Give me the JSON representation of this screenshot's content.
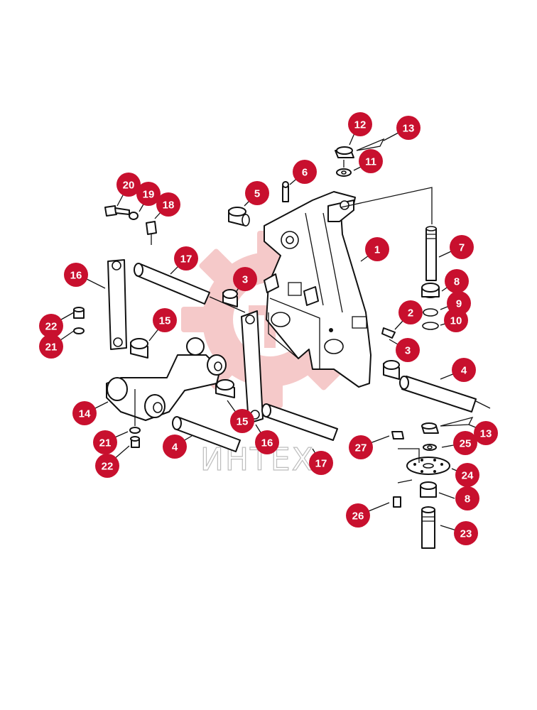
{
  "watermark": {
    "text": "ИНТЕХ",
    "gear_color": "#f2b8b8"
  },
  "callout_color": "#c8102e",
  "callouts": [
    {
      "id": "c1",
      "label": "1"
    },
    {
      "id": "c2",
      "label": "2"
    },
    {
      "id": "c3a",
      "label": "3"
    },
    {
      "id": "c3b",
      "label": "3"
    },
    {
      "id": "c4a",
      "label": "4"
    },
    {
      "id": "c4b",
      "label": "4"
    },
    {
      "id": "c5",
      "label": "5"
    },
    {
      "id": "c6",
      "label": "6"
    },
    {
      "id": "c7",
      "label": "7"
    },
    {
      "id": "c8a",
      "label": "8"
    },
    {
      "id": "c8b",
      "label": "8"
    },
    {
      "id": "c9",
      "label": "9"
    },
    {
      "id": "c10",
      "label": "10"
    },
    {
      "id": "c11",
      "label": "11"
    },
    {
      "id": "c12",
      "label": "12"
    },
    {
      "id": "c13a",
      "label": "13"
    },
    {
      "id": "c13b",
      "label": "13"
    },
    {
      "id": "c14",
      "label": "14"
    },
    {
      "id": "c15a",
      "label": "15"
    },
    {
      "id": "c15b",
      "label": "15"
    },
    {
      "id": "c16a",
      "label": "16"
    },
    {
      "id": "c16b",
      "label": "16"
    },
    {
      "id": "c17a",
      "label": "17"
    },
    {
      "id": "c17b",
      "label": "17"
    },
    {
      "id": "c18",
      "label": "18"
    },
    {
      "id": "c19",
      "label": "19"
    },
    {
      "id": "c20",
      "label": "20"
    },
    {
      "id": "c21a",
      "label": "21"
    },
    {
      "id": "c21b",
      "label": "21"
    },
    {
      "id": "c22a",
      "label": "22"
    },
    {
      "id": "c22b",
      "label": "22"
    },
    {
      "id": "c23",
      "label": "23"
    },
    {
      "id": "c24",
      "label": "24"
    },
    {
      "id": "c25",
      "label": "25"
    },
    {
      "id": "c26",
      "label": "26"
    },
    {
      "id": "c27",
      "label": "27"
    }
  ]
}
